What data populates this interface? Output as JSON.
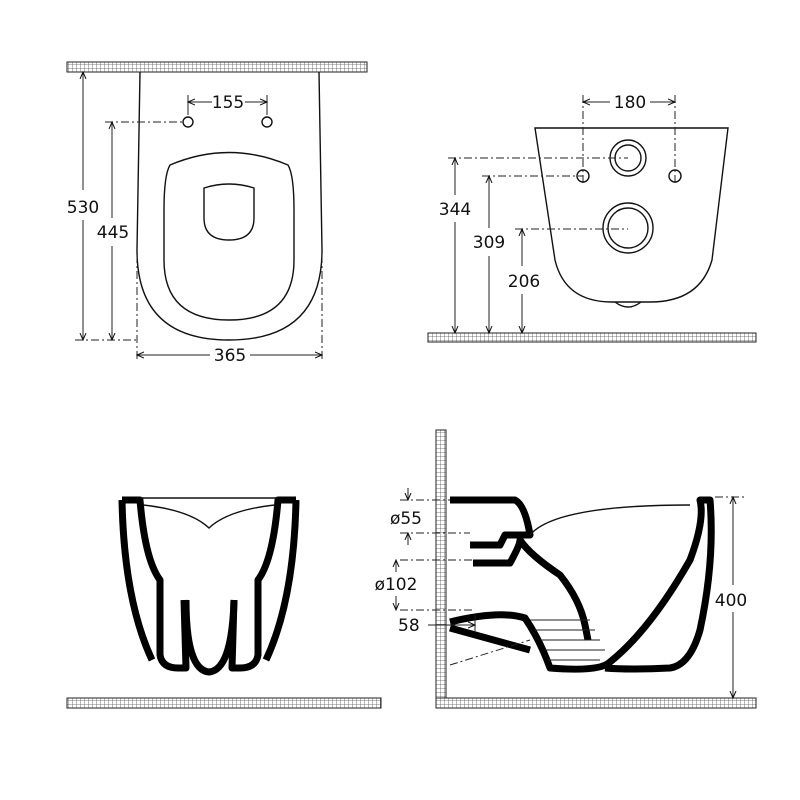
{
  "title": "Wall-hung toilet technical drawing",
  "top_view": {
    "dim_width_holes": "155",
    "dim_total_length": "530",
    "dim_hole_depth": "445",
    "dim_width": "365"
  },
  "rear_view": {
    "dim_hole_spacing": "180",
    "dim_h1": "344",
    "dim_h2": "309",
    "dim_h3": "206"
  },
  "side_view": {
    "dim_inlet": "ø55",
    "dim_outlet": "ø102",
    "dim_offset": "58",
    "dim_height": "400"
  }
}
